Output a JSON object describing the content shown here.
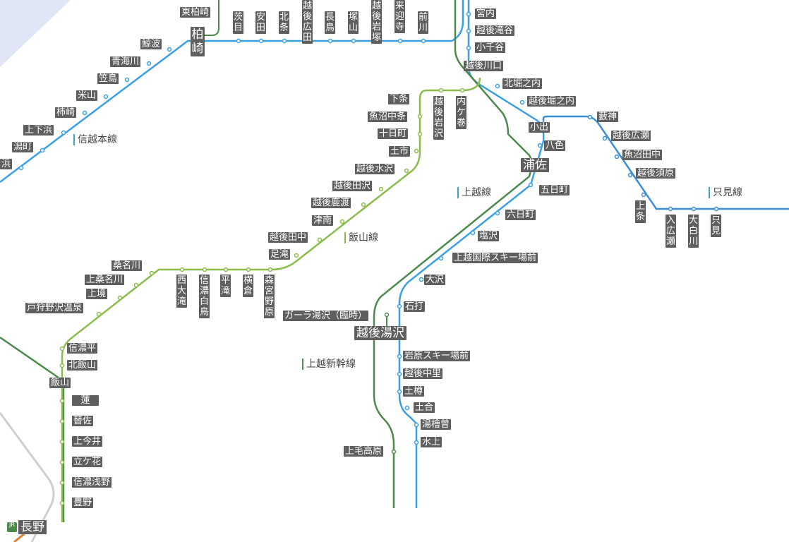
{
  "colors": {
    "shinetsu": "#3aa0e0",
    "iiyama": "#8cbc4c",
    "joetsu": "#3aa0e0",
    "shinkansen": "#4c8a4c",
    "tadami": "#3a8ed8",
    "station_bg": "#5f5f5f"
  },
  "lines": {
    "shinetsu": "信越本線",
    "iiyama": "飯山線",
    "joetsu": "上越線",
    "joetsu_shinkansen": "上越新幹線",
    "tadami": "只見線"
  },
  "stations": {
    "higashi_kashiwazaki": "東柏崎",
    "kashiwazaki": "柏崎",
    "ibarame": "茨目",
    "yasuda": "安田",
    "kitajo": "北条",
    "echigo_hirota": "越後広田",
    "nagatori": "長鳥",
    "tsukayama": "塚山",
    "echigo_iwatsuka": "越後岩塚",
    "kitayama_jpn": "来迎寺",
    "maekawa": "前川",
    "kujiranami": "鯨波",
    "omigawa": "青海川",
    "kasashima": "笠島",
    "yoneyama": "米山",
    "kakizaki": "柿崎",
    "kamishimohama": "上下浜",
    "katamachi": "潟町",
    "hama": "浜",
    "miyauchi": "宮内",
    "echigo_takiya": "越後滝谷",
    "ojiya": "小千谷",
    "echigo_kawaguchi": "越後川口",
    "kitahorinouchi": "北堀之内",
    "echigo_horinouchi": "越後堀之内",
    "koide": "小出",
    "yairo": "八色",
    "urasa": "浦佐",
    "itsukamachi": "五日町",
    "muikamachi": "六日町",
    "shiozawa": "塩沢",
    "joetsu_kokusai": "上越国際スキー場前",
    "osawa": "大沢",
    "ishiuchi": "石打",
    "gala_yuzawa": "ガーラ湯沢（臨時）",
    "echigo_yuzawa": "越後湯沢",
    "iwappara": "岩原スキー場前",
    "echigo_nakazato": "越後中里",
    "tsuchitaru": "土樽",
    "doai": "土合",
    "yubiso": "湯檜曽",
    "minakami": "水上",
    "jomo_kogen": "上毛高原",
    "yabukami": "藪神",
    "echigo_hirose": "越後広瀬",
    "uonuma_tanaka": "魚沼田中",
    "echigo_suhara": "越後須原",
    "kamijo": "上条",
    "iruhirose": "入広瀬",
    "oshirakawa": "大白川",
    "tadami": "只見",
    "shimojo": "下条",
    "uonuma_nakajo": "魚沼中条",
    "tokamachi": "十日町",
    "doichi": "土市",
    "echigo_mizusawa": "越後水沢",
    "echigo_tazawa": "越後田沢",
    "echigo_kanose": "越後鹿渡",
    "tsunan": "津南",
    "echigo_tanaka": "越後田中",
    "ashizawa": "足滝",
    "echigo_iwasawa": "越後岩沢",
    "uchigamaki": "内ケ巻",
    "nishiotaki": "西大滝",
    "shinano_shiratori": "信濃白鳥",
    "hiratakii": "平滝",
    "yokokura": "横倉",
    "morimiyanohara": "森宮野原",
    "kuwanagawa": "桑名川",
    "kami_kuwanagawa": "上桑名川",
    "kamisakai": "上境",
    "togari_nozawaonsen": "戸狩野沢温泉",
    "shinano_taira": "信濃平",
    "kita_iiyama": "北飯山",
    "iiyama": "飯山",
    "hachisu": "蓮",
    "kaesa": "替佐",
    "kamiimai": "上今井",
    "tategahana": "立ケ花",
    "shinano_asano": "信濃浅野",
    "toyono": "豊野",
    "nagano": "長野",
    "nagano_badge": "JR"
  }
}
